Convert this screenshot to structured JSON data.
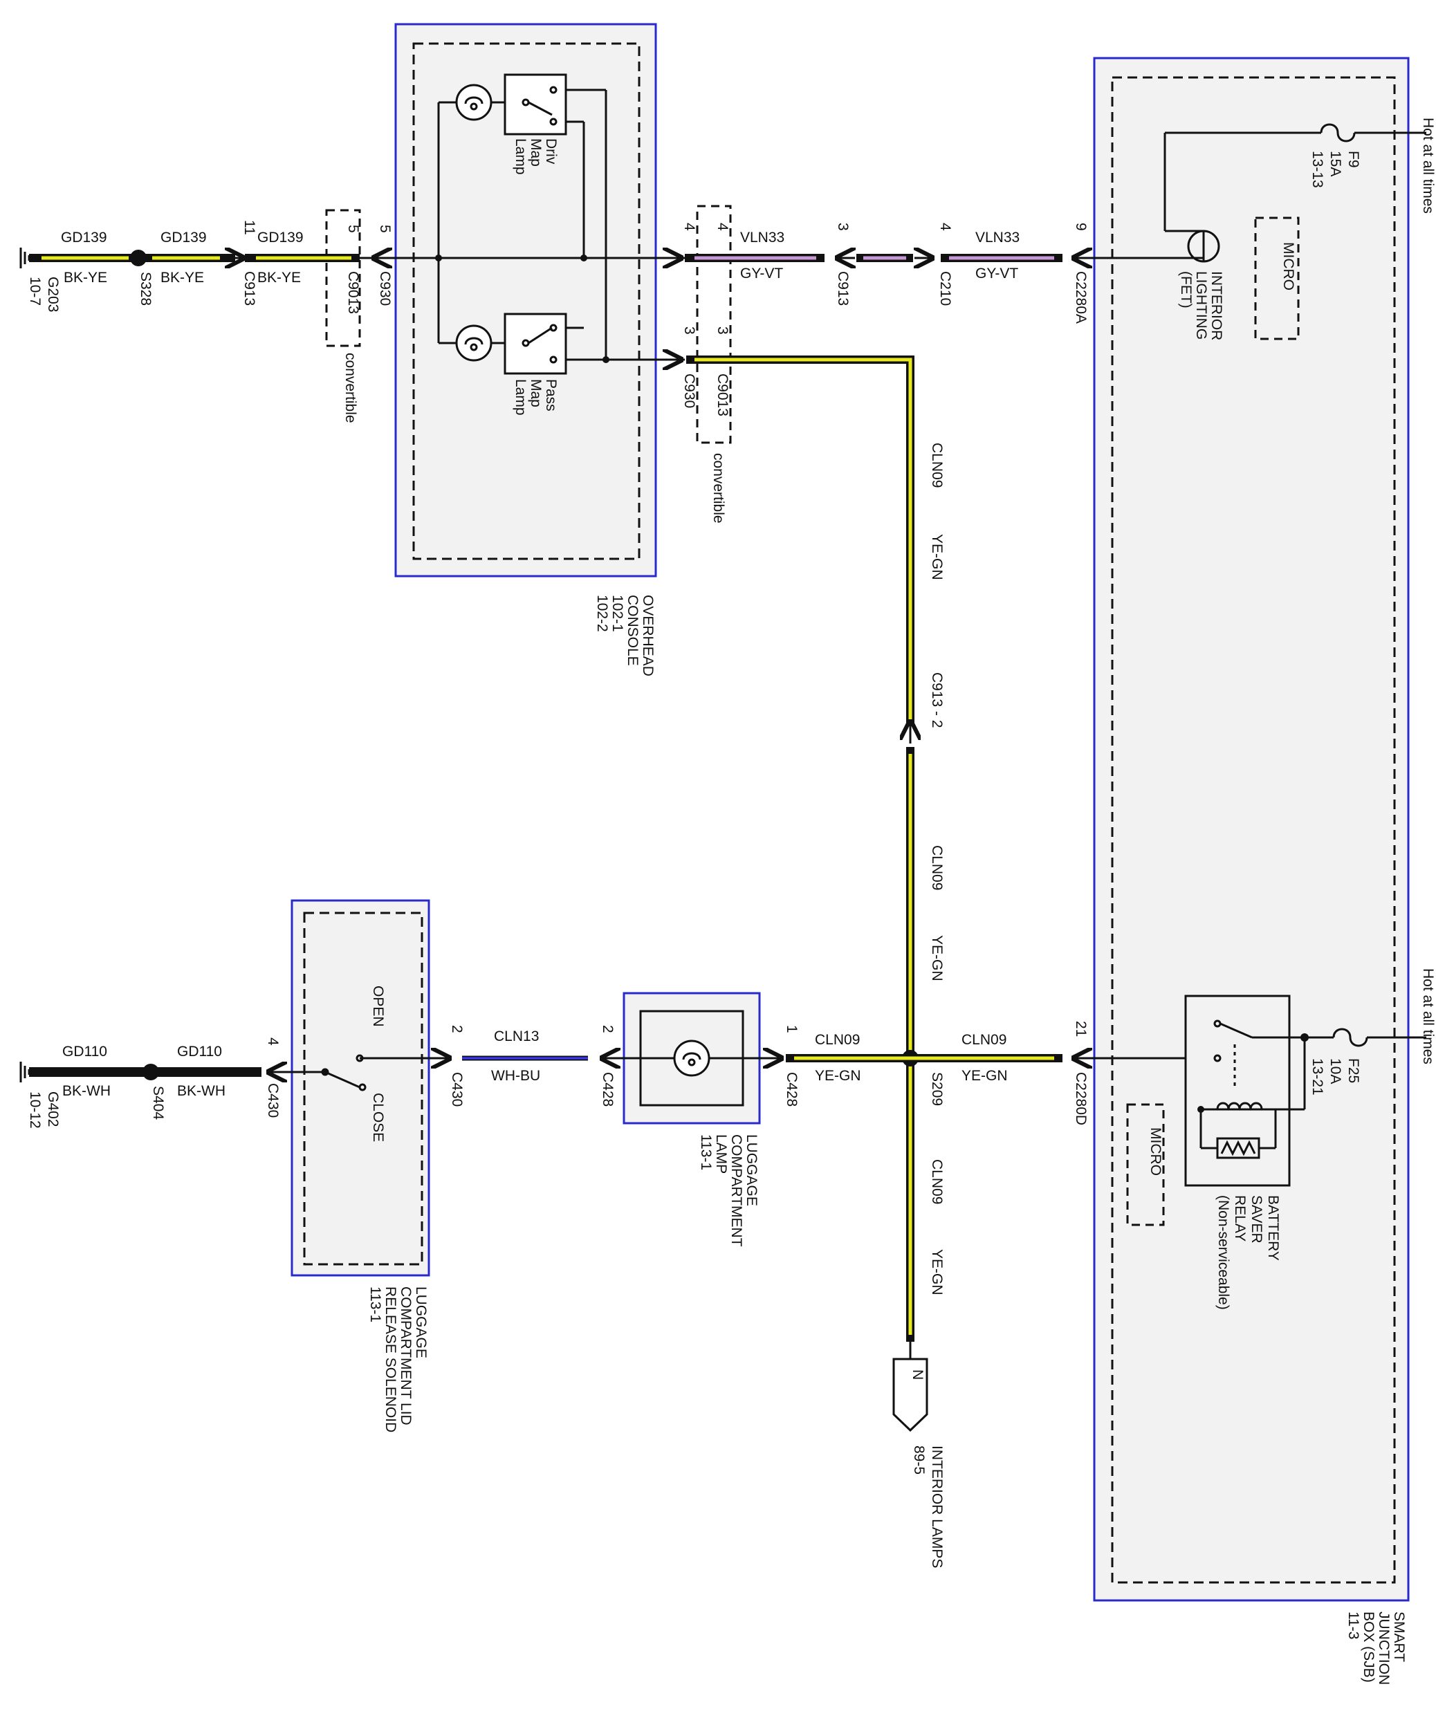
{
  "colors": {
    "module_border": "#2a2acc",
    "module_fill": "#f2f2f2",
    "wire_black": "#111111",
    "wire_yellow": "#e6ea1e",
    "wire_violet": "#c79ad6",
    "wire_blue": "#3a3aff",
    "text": "#111111"
  },
  "modules": {
    "overhead_console": {
      "line1": "OVERHEAD",
      "line2": "CONSOLE",
      "line3": "102-1",
      "line4": "102-2"
    },
    "sjb": {
      "line1": "SMART",
      "line2": "JUNCTION",
      "line3": "BOX (SJB)",
      "line4": "11-3"
    },
    "luggage_lamp": {
      "line1": "LUGGAGE",
      "line2": "COMPARTMENT",
      "line3": "LAMP",
      "line4": "113-1"
    },
    "lid_solenoid": {
      "line1": "LUGGAGE",
      "line2": "COMPARTMENT LID",
      "line3": "RELEASE SOLENOID",
      "line4": "113-1"
    }
  },
  "components": {
    "driv_map_lamp": [
      "Driv",
      "Map",
      "Lamp"
    ],
    "pass_map_lamp": [
      "Pass",
      "Map",
      "Lamp"
    ],
    "interior_lighting": [
      "INTERIOR",
      "LIGHTING",
      "(FET)"
    ],
    "micro_top": "MICRO",
    "micro_bottom": "MICRO",
    "fuse_f9": [
      "F9",
      "15A",
      "13-13"
    ],
    "fuse_f25": [
      "F25",
      "10A",
      "13-21"
    ],
    "battery_saver_relay": [
      "BATTERY",
      "SAVER",
      "RELAY",
      "(Non-serviceable)"
    ],
    "hot_top": "Hot at all times",
    "hot_bottom": "Hot at all times",
    "open": "OPEN",
    "close": "CLOSE",
    "interior_lamps": [
      "INTERIOR LAMPS",
      "89-5"
    ],
    "arrow_n": "N"
  },
  "wires": {
    "gd139": "GD139",
    "bk_ye": "BK-YE",
    "vln33": "VLN33",
    "gy_vt": "GY-VT",
    "cln09": "CLN09",
    "ye_gn": "YE-GN",
    "cln13": "CLN13",
    "wh_bu": "WH-BU",
    "gd110": "GD110",
    "bk_wh": "BK-WH"
  },
  "connectors": {
    "c913": "C913",
    "c930": "C930",
    "c9013": "C9013",
    "c210": "C210",
    "c2280a": "C2280A",
    "c2280d": "C2280D",
    "c913_2": "C913 - 2",
    "c428": "C428",
    "c430": "C430",
    "convertible": "convertible"
  },
  "splices": {
    "s328": "S328",
    "s209": "S209",
    "s404": "S404"
  },
  "grounds": {
    "g203": [
      "G203",
      "10-7"
    ],
    "g402": [
      "G402",
      "10-12"
    ]
  },
  "pins": {
    "p11": "11",
    "p5": "5",
    "p4": "4",
    "p3": "3",
    "p9": "9",
    "p21": "21",
    "p1": "1",
    "p2": "2"
  }
}
